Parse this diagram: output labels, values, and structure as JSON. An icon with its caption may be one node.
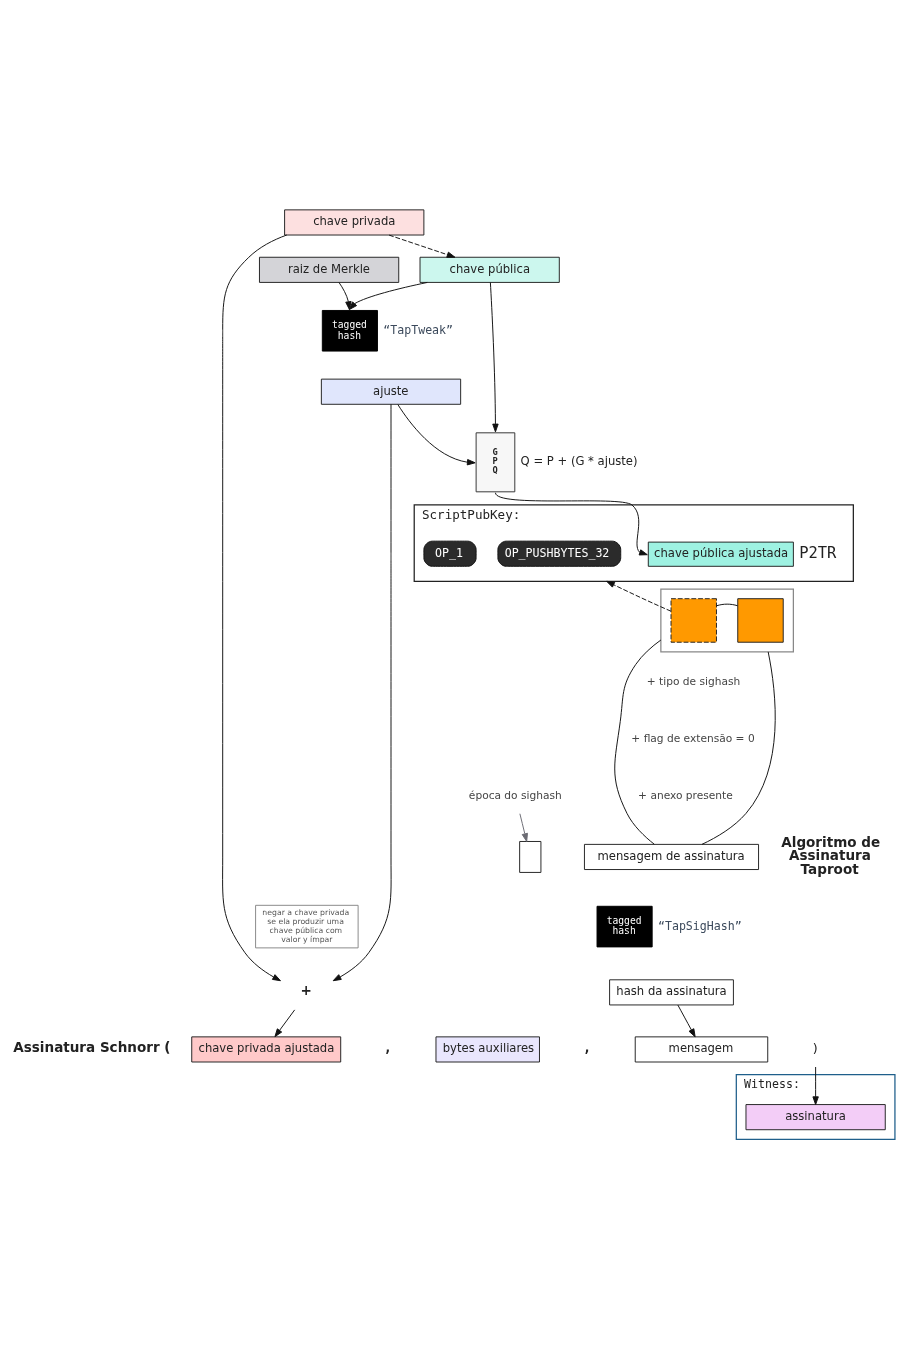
{
  "diagram": {
    "nodes": [
      {
        "text": [
          "chave privada"
        ]
      },
      {
        "text": [
          "chave pública"
        ]
      },
      {
        "text": [
          "raiz de Merkle"
        ]
      },
      {
        "text": [
          "tagged hash"
        ],
        "beside": [
          "“TapTweak”"
        ]
      },
      {
        "text": [
          "ajuste"
        ]
      },
      {
        "text": [
          "G",
          "P",
          "Q"
        ],
        "beside": [
          "Q = P + (G * ajuste)"
        ]
      },
      {
        "text": [
          "ScriptPubKey:"
        ]
      },
      {
        "text": [
          "OP_1"
        ],
        "in": 6
      },
      {
        "text": [
          "OP_PUSHBYTES_32"
        ],
        "in": 6
      },
      {
        "text": [
          "chave pública ajustada"
        ],
        "in": 6,
        "beside": [
          "P2TR"
        ]
      },
      {
        "text": [],
        "shape": "box"
      },
      {
        "text": [],
        "shape": "box",
        "in": 10
      },
      {
        "text": [],
        "shape": "box",
        "in": 10
      },
      {
        "text": [
          "época do sighash"
        ]
      },
      {
        "text": [],
        "shape": "box"
      },
      {
        "text": [
          "mensagem de assinatura"
        ]
      },
      {
        "text": [
          "tagged hash"
        ],
        "beside": [
          "“TapSigHash”"
        ]
      },
      {
        "text": [
          "hash da assinatura"
        ]
      },
      {
        "text": [
          "negar a chave privada se ela produzir uma chave pública com valor y ímpar"
        ]
      },
      {
        "text": [
          "+"
        ]
      },
      {
        "text": [
          "chave privada ajustada"
        ]
      },
      {
        "text": [
          "bytes auxiliares"
        ]
      },
      {
        "text": [
          "mensagem"
        ]
      },
      {
        "text": [
          ")"
        ]
      },
      {
        "text": [
          "Witness:"
        ]
      },
      {
        "text": [
          "assinatura"
        ],
        "in": 24
      }
    ],
    "edges": [
      {
        "from": 0,
        "to": 1,
        "arrow": "to",
        "style": "dashed"
      },
      {
        "from": 1,
        "to": 3,
        "arrow": "to"
      },
      {
        "from": 2,
        "to": 3,
        "arrow": "to"
      },
      {
        "from": 4,
        "to": 5,
        "arrow": "to"
      },
      {
        "from": 1,
        "to": 5,
        "arrow": "to"
      },
      {
        "from": 5,
        "to": 9,
        "arrow": "to"
      },
      {
        "from": 0,
        "to": 19,
        "arrow": "to"
      },
      {
        "from": 4,
        "to": 19,
        "arrow": "to"
      },
      {
        "from": 11,
        "to": 6,
        "arrow": "to",
        "style": "dashed"
      },
      {
        "from": 11,
        "to": 12,
        "arrow": "none"
      },
      {
        "from": 10,
        "to": 15,
        "arrow": "none"
      },
      {
        "from": 10,
        "to": 15,
        "arrow": "none"
      },
      {
        "from": 13,
        "to": 14,
        "arrow": "to",
        "color": "#6b6b73"
      },
      {
        "from": 19,
        "to": 20,
        "arrow": "to"
      },
      {
        "from": 17,
        "to": 22,
        "arrow": "to"
      },
      {
        "from": 23,
        "to": 25,
        "arrow": "to"
      }
    ],
    "labels": [
      "+ tipo de sighash",
      "+ flag de extensão = 0",
      "+ anexo presente",
      "Algoritmo de Assinatura Taproot",
      "Assinatura Schnorr (",
      ",",
      ","
    ]
  }
}
